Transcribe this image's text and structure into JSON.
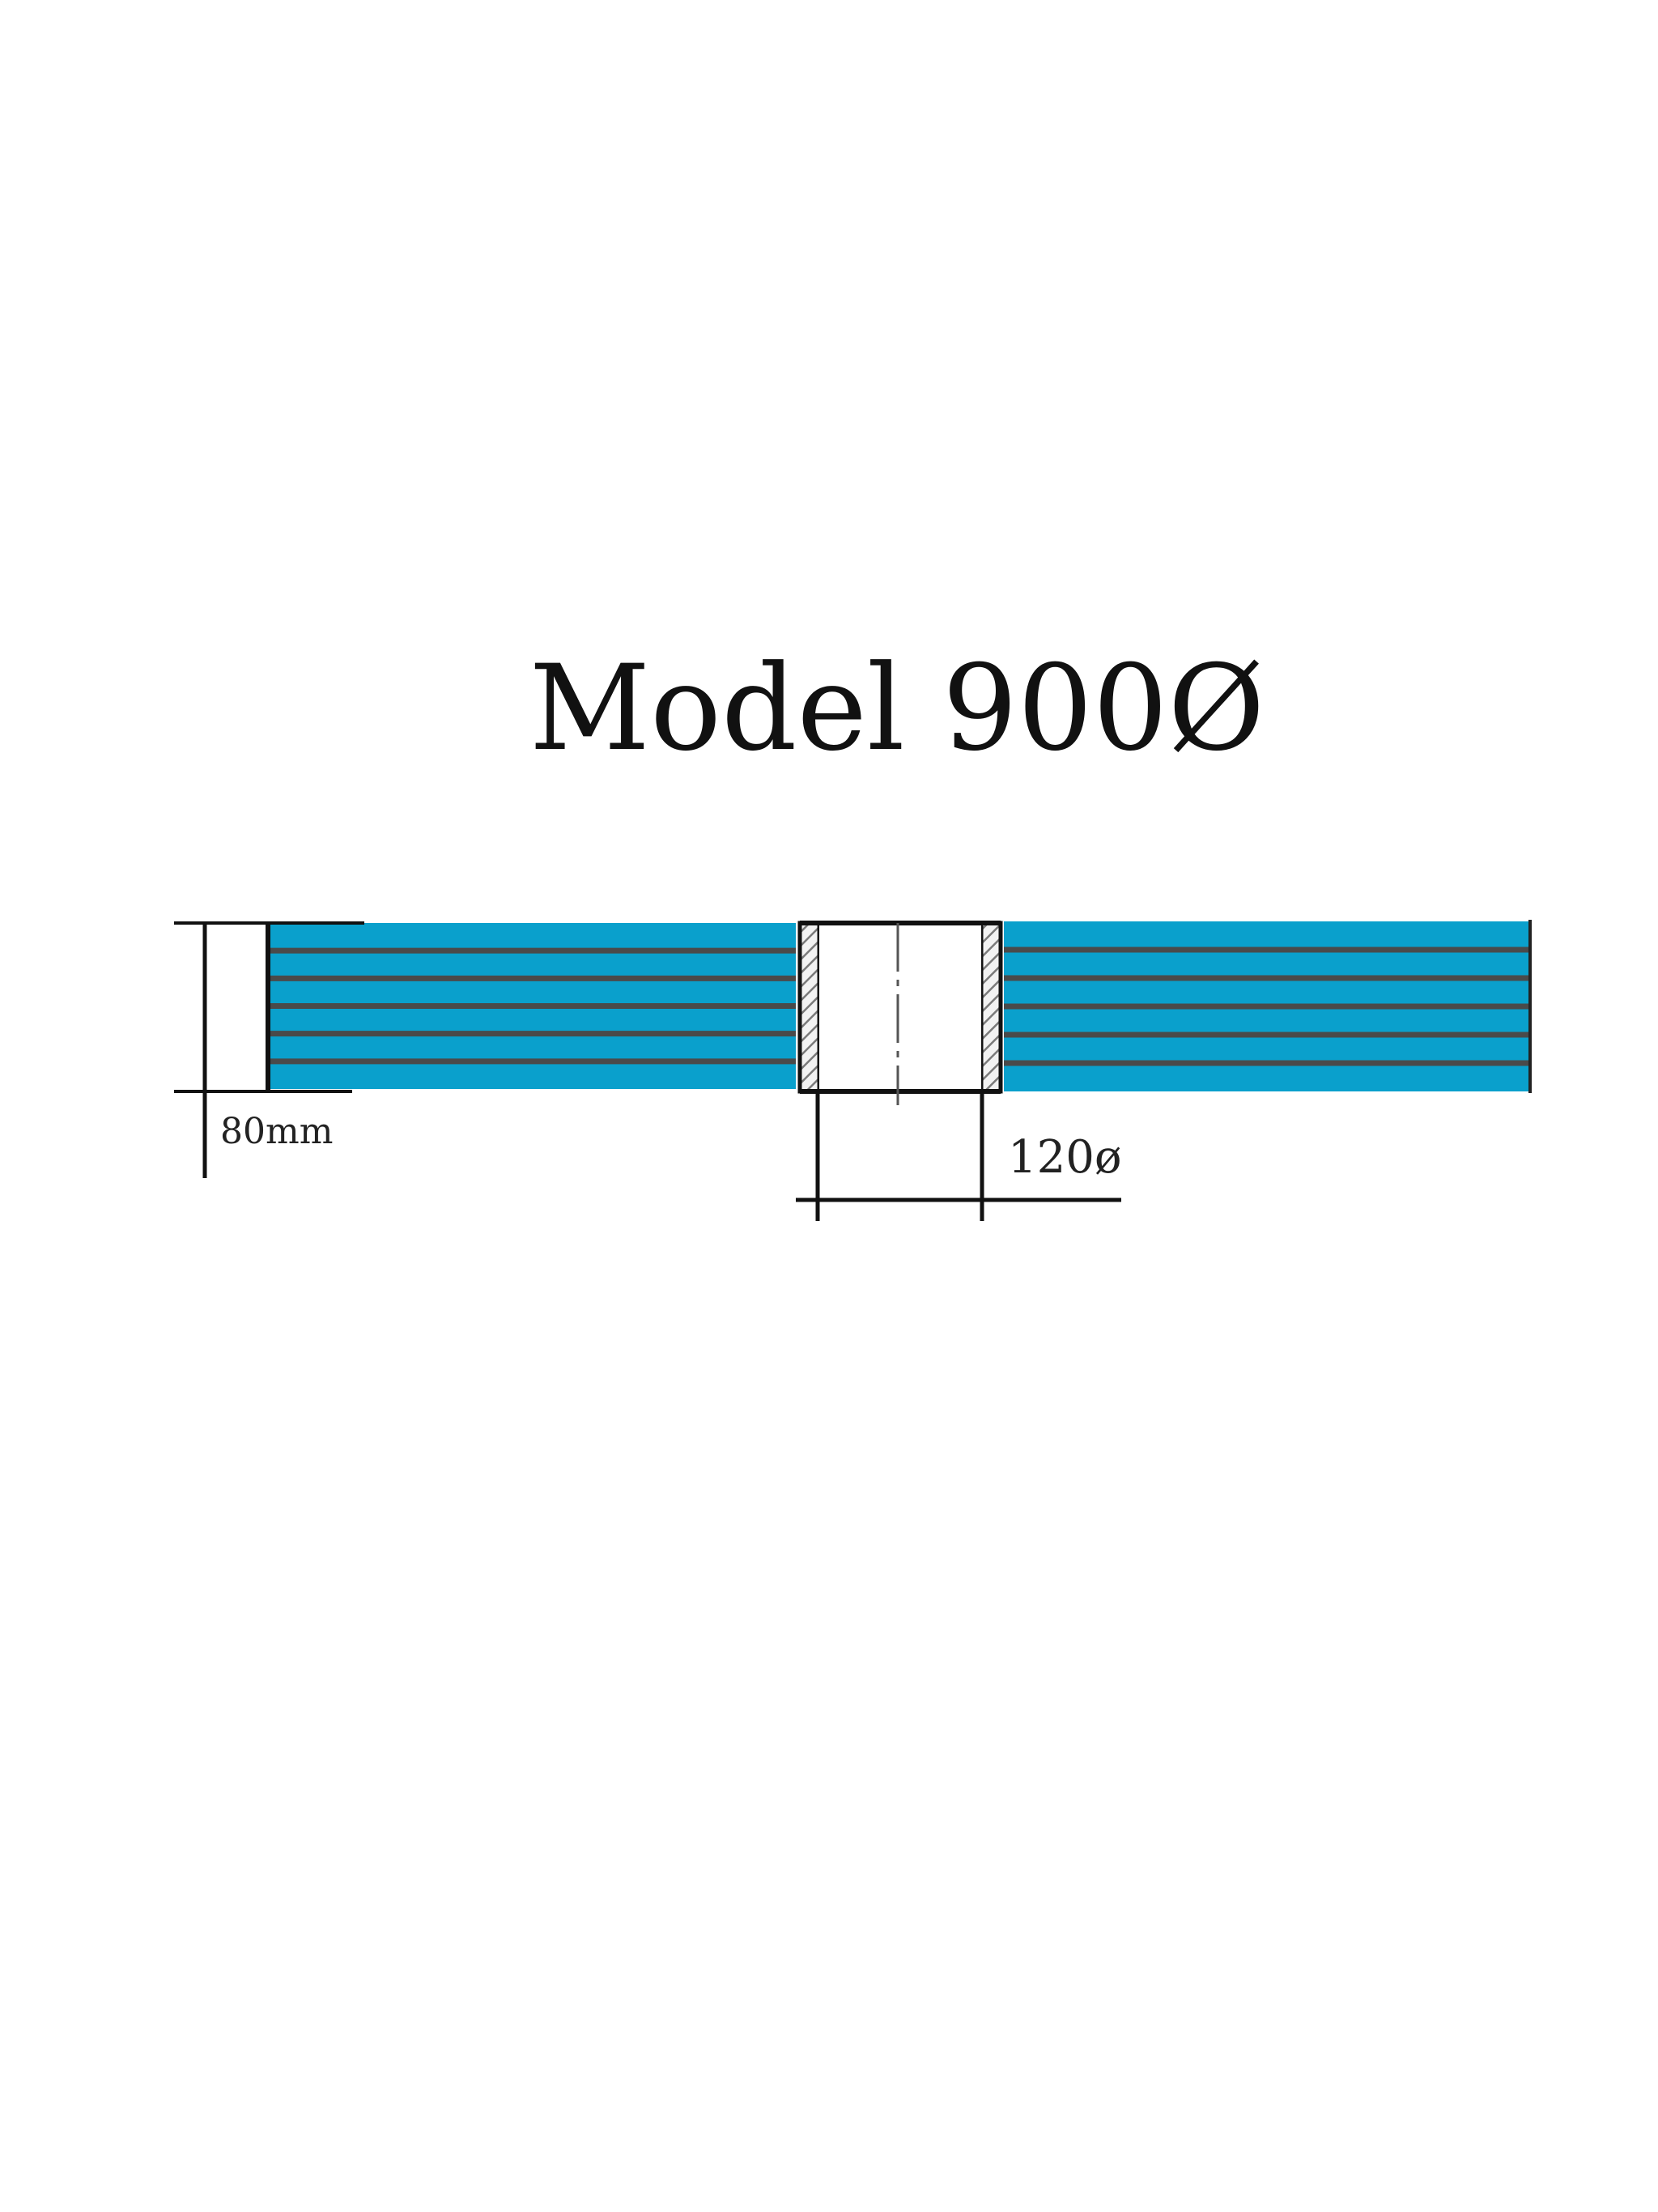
{
  "title": "Model 900Ø",
  "dimensions": {
    "thickness": "80mm",
    "bore_diameter": "120ø"
  },
  "colors": {
    "background": "#ffffff",
    "disc_fill": "#0aa0cc",
    "groove_line": "#4a4a4a",
    "outline": "#111111",
    "dimension_line": "#111111",
    "hatch": "#888888"
  },
  "left_layer_count": 6,
  "right_layer_count": 6
}
